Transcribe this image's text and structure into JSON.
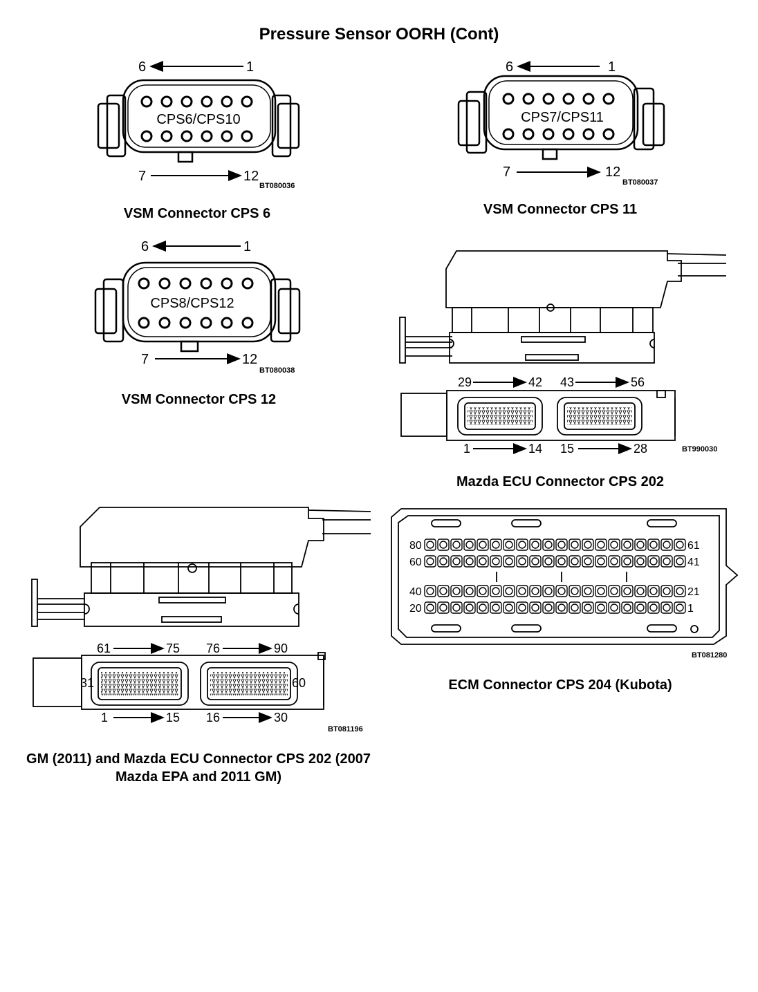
{
  "page_title": "Pressure Sensor OORH (Cont)",
  "fig_cps6": {
    "label": "CPS6/CPS10",
    "pin_top_left": "6",
    "pin_top_right": "1",
    "pin_bottom_left": "7",
    "pin_bottom_right": "12",
    "code": "BT080036",
    "caption": "VSM Connector CPS 6"
  },
  "fig_cps11": {
    "label": "CPS7/CPS11",
    "pin_top_left": "6",
    "pin_top_right": "1",
    "pin_bottom_left": "7",
    "pin_bottom_right": "12",
    "code": "BT080037",
    "caption": "VSM Connector CPS 11"
  },
  "fig_cps12": {
    "label": "CPS8/CPS12",
    "pin_top_left": "6",
    "pin_top_right": "1",
    "pin_bottom_left": "7",
    "pin_bottom_right": "12",
    "code": "BT080038",
    "caption": "VSM Connector CPS 12"
  },
  "fig_mazda": {
    "p29": "29",
    "p42": "42",
    "p43": "43",
    "p56": "56",
    "p1": "1",
    "p14": "14",
    "p15": "15",
    "p28": "28",
    "code": "BT990030",
    "caption": "Mazda ECU Connector CPS 202"
  },
  "fig_gm": {
    "p61": "61",
    "p75": "75",
    "p76": "76",
    "p90": "90",
    "p31": "31",
    "p60": "60",
    "p1": "1",
    "p15": "15",
    "p16": "16",
    "p30": "30",
    "code": "BT081196",
    "caption": "GM (2011) and Mazda ECU Connector CPS 202 (2007 Mazda EPA and 2011 GM)"
  },
  "fig_kubota": {
    "p80": "80",
    "p60": "60",
    "p40": "40",
    "p20": "20",
    "p61": "61",
    "p41": "41",
    "p21": "21",
    "p1": "1",
    "code": "BT081280",
    "caption": "ECM Connector CPS 204 (Kubota)"
  }
}
